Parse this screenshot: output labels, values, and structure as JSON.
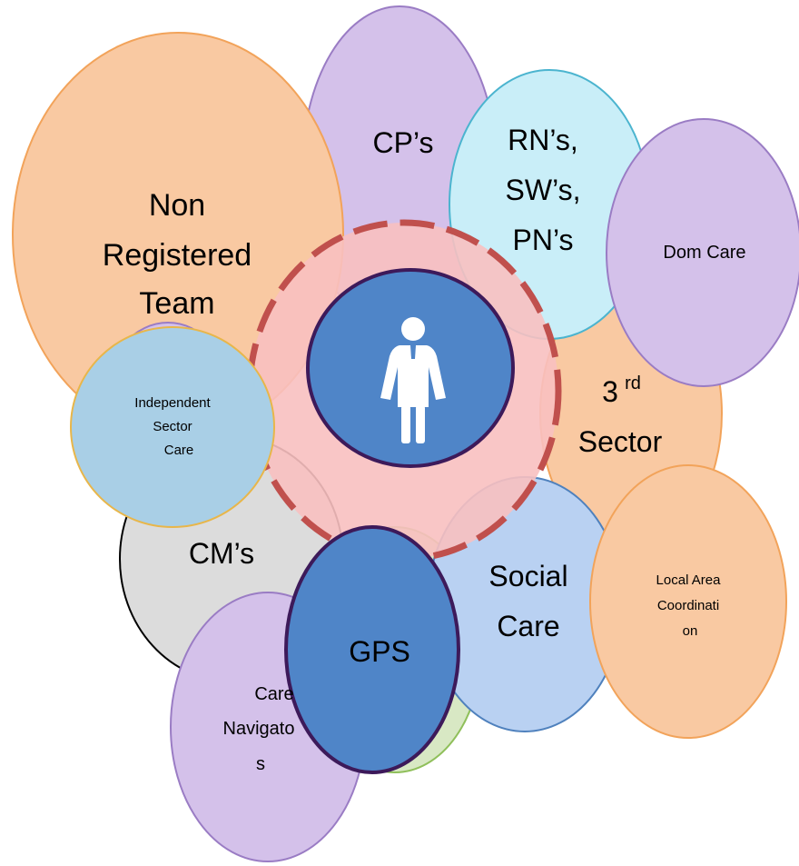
{
  "colors": {
    "orange_fill": "#f9c9a2",
    "orange_stroke": "#f2a35a",
    "purple_fill": "#d4c1ea",
    "purple_stroke": "#9a7cc4",
    "cyan_fill": "#c9eef8",
    "cyan_stroke": "#4bb4cf",
    "blue_fill": "#b9d1f2",
    "blue_stroke": "#4f81bd",
    "grey_fill": "#dcdcdc",
    "grey_stroke": "#000000",
    "center_fill": "#f8c0c0",
    "center_dash": "#c0504d",
    "person_fill": "#4f85c8",
    "person_stroke": "#3d1a5a",
    "gps_fill": "#4f85c8",
    "independent_fill": "#a9cfe6",
    "independent_stroke": "#e8b64a",
    "green_stroke": "#8fbf5a"
  },
  "labels": {
    "non_registered": [
      "Non",
      "Registered",
      "Team"
    ],
    "cps": "CP’s",
    "rns": [
      "RN’s,",
      "SW’s,",
      "PN’s"
    ],
    "dom_care": "Dom Care",
    "third_sector_num": "3",
    "third_sector_sup": "rd",
    "third_sector_word": "Sector",
    "independent": [
      "Independent",
      "Sector",
      "Care"
    ],
    "cms": "CM’s",
    "social_care": [
      "Social",
      "Care"
    ],
    "local_area": [
      "Local Area",
      "Coordinati",
      "on"
    ],
    "care_nav": [
      "Care",
      "Navigato",
      "s"
    ],
    "gps": "GPS"
  },
  "icons": {
    "person": "person-icon"
  }
}
